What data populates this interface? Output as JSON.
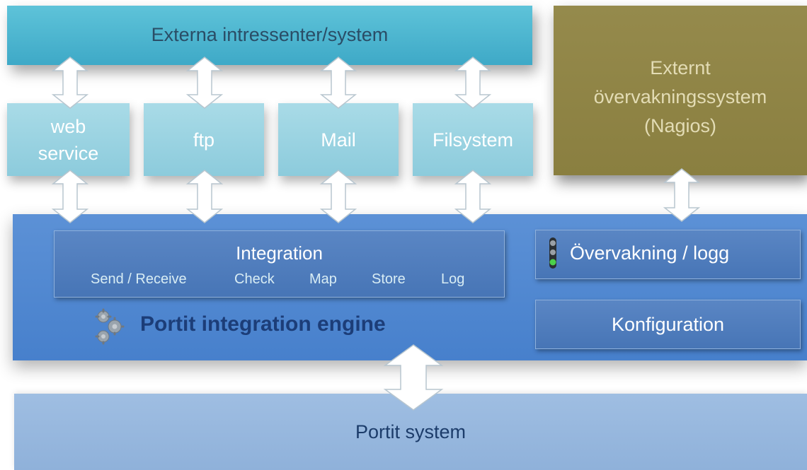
{
  "external_top": {
    "label": "Externa intressenter/system"
  },
  "external_monitor": {
    "line1": "Externt",
    "line2": "övervakningssystem",
    "line3": "(Nagios)"
  },
  "protocols": [
    {
      "line1": "web",
      "line2": "service"
    },
    {
      "line1": "ftp",
      "line2": ""
    },
    {
      "line1": "Mail",
      "line2": ""
    },
    {
      "line1": "Filsystem",
      "line2": ""
    }
  ],
  "integration": {
    "title": "Integration",
    "steps": [
      "Send / Receive",
      "Check",
      "Map",
      "Store",
      "Log"
    ]
  },
  "monitor": {
    "label": "Övervakning / logg",
    "icon": "traffic-light-icon"
  },
  "config": {
    "label": "Konfiguration"
  },
  "engine": {
    "label": "Portit integration engine",
    "icon": "gears-icon"
  },
  "system": {
    "label": "Portit system"
  },
  "colors": {
    "external_top": "#4ab4cf",
    "external_monitor": "#8f8446",
    "protocol_box": "#9dd3e1",
    "engine": "#4f86d0",
    "inner_box": "#4f7dbd",
    "engine_label": "#1c3d78",
    "system": "#97b7de"
  }
}
